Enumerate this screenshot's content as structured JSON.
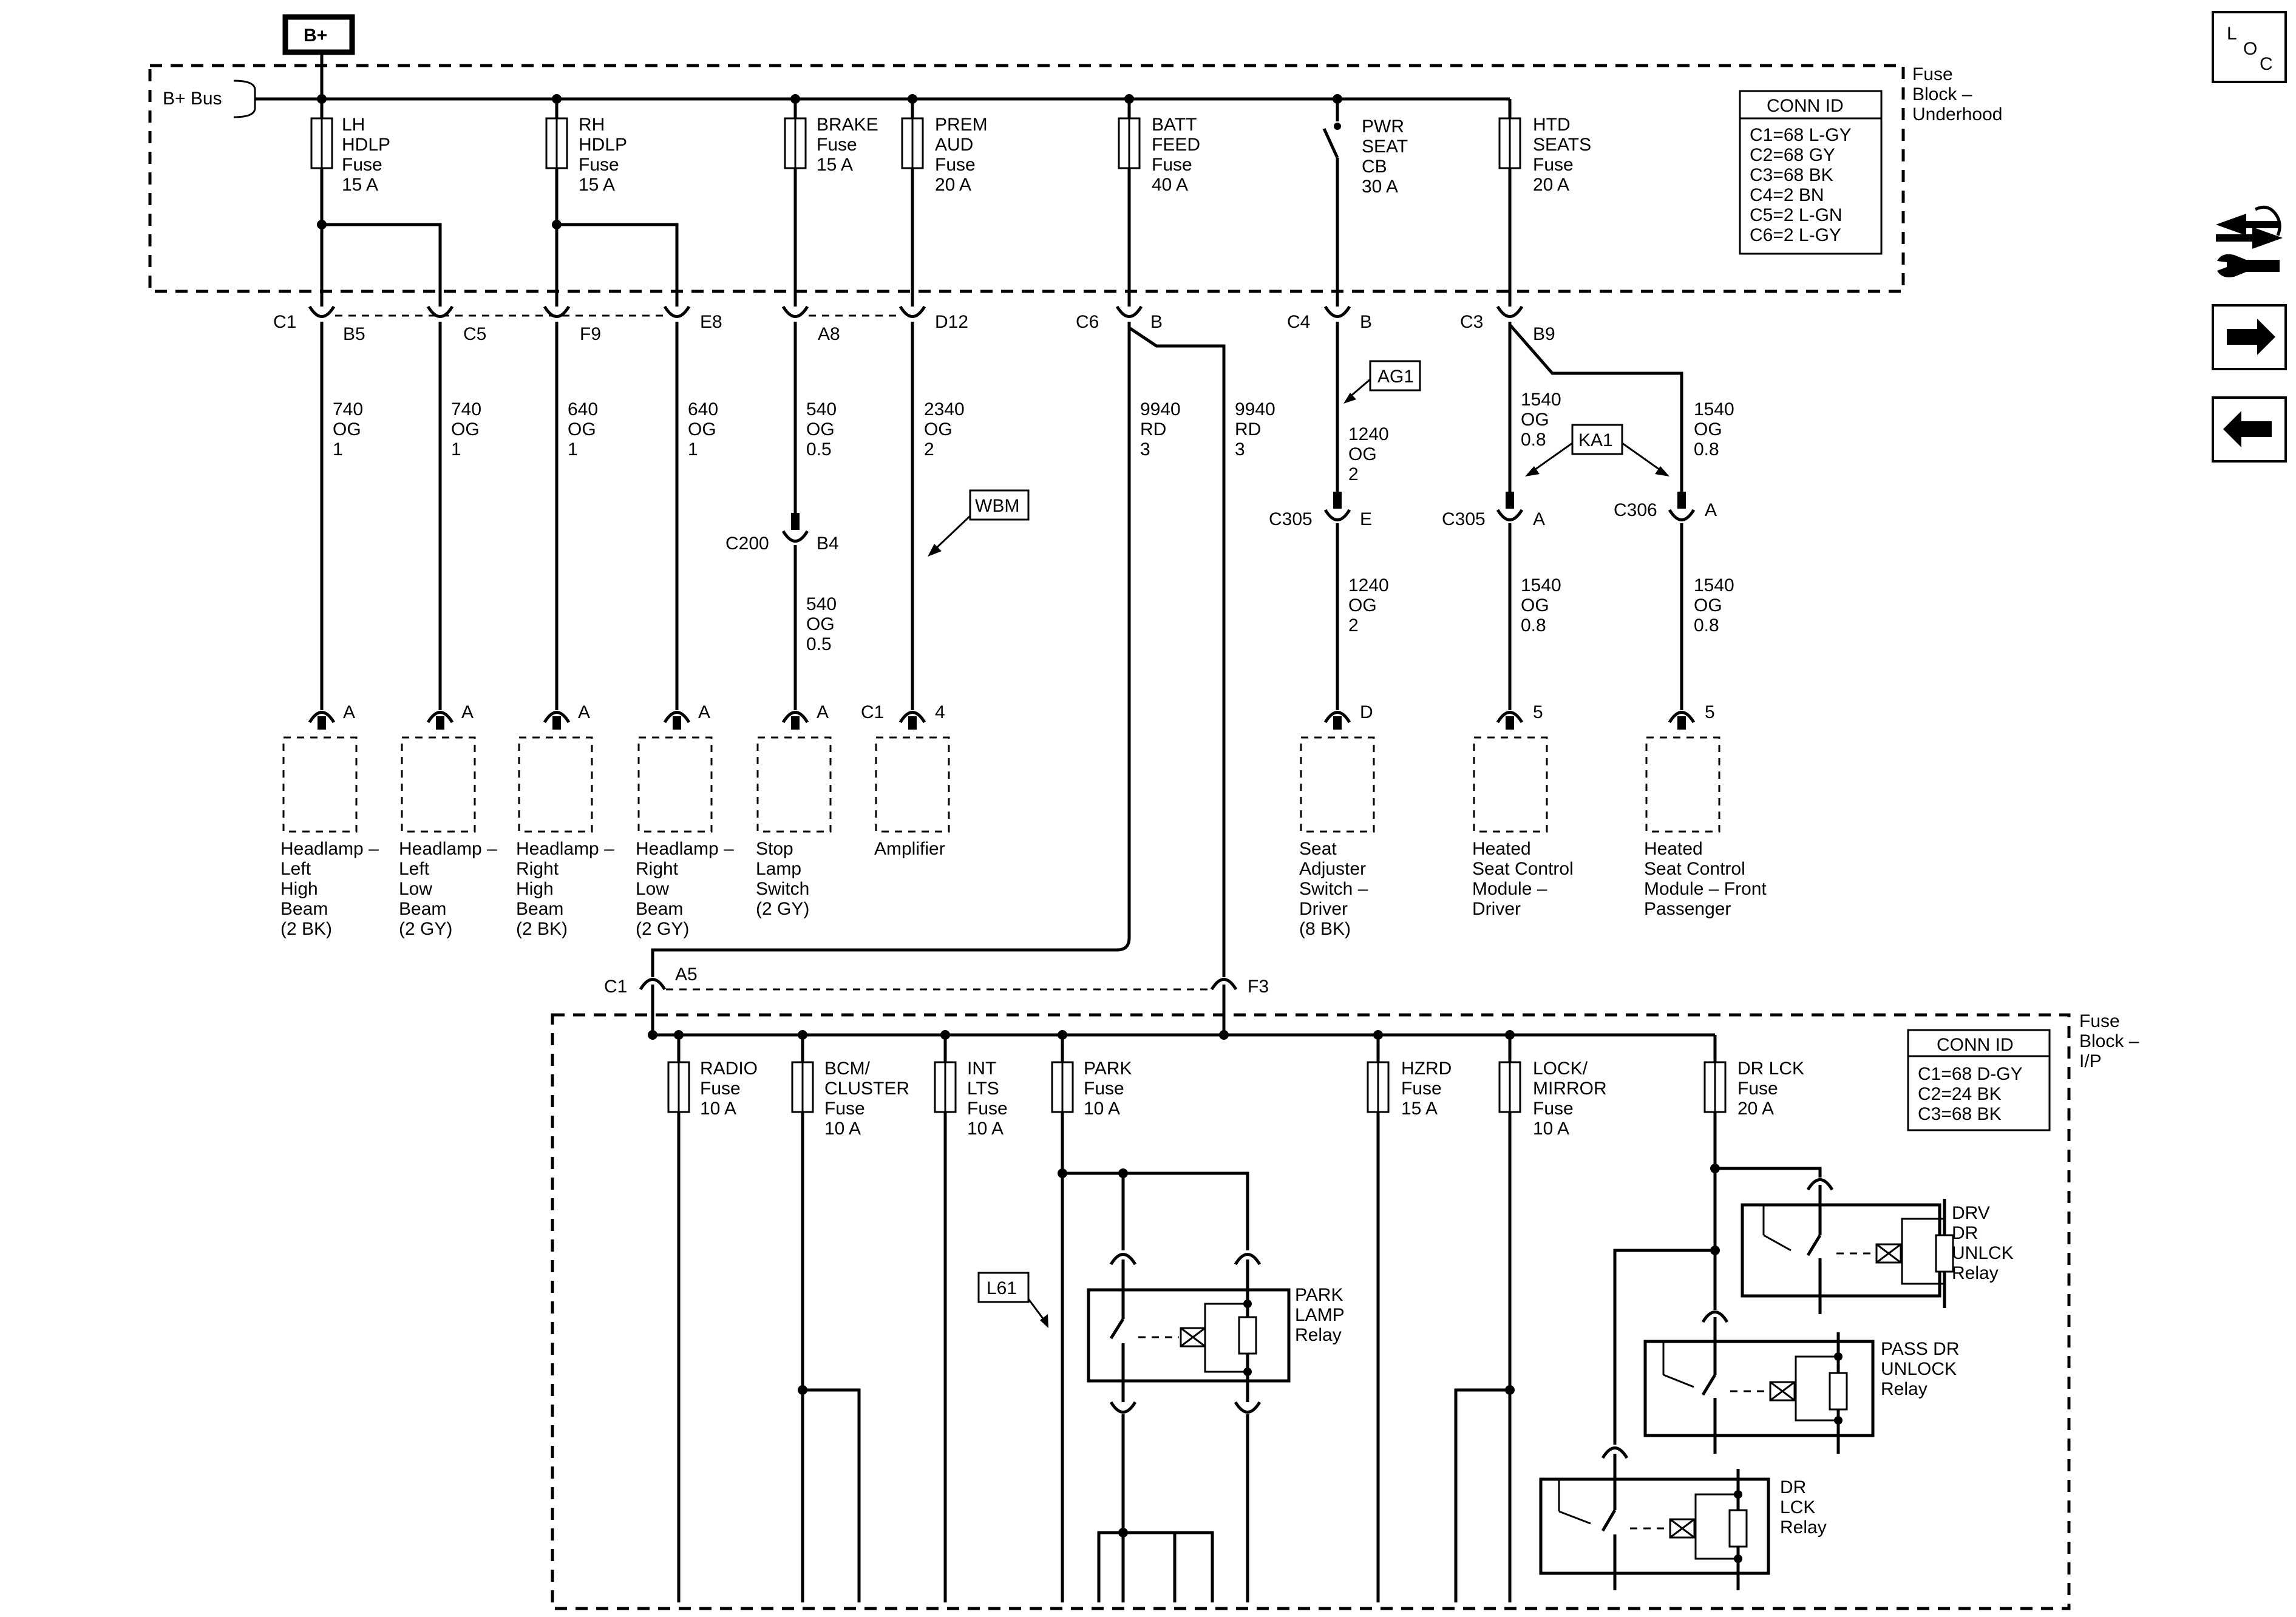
{
  "power": {
    "b_plus": "B+",
    "bus_label": "B+ Bus"
  },
  "underhood": {
    "block_label": [
      "Fuse",
      "Block –",
      "Underhood"
    ],
    "conn_id_title": "CONN ID",
    "conn_ids": [
      "C1=68 L-GY",
      "C2=68 GY",
      "C3=68 BK",
      "C4=2 BN",
      "C5=2 L-GN",
      "C6=2 L-GY"
    ],
    "fuses": [
      {
        "lines": [
          "LH",
          "HDLP",
          "Fuse",
          "15 A"
        ]
      },
      {
        "lines": [
          "RH",
          "HDLP",
          "Fuse",
          "15 A"
        ]
      },
      {
        "lines": [
          "BRAKE",
          "Fuse",
          "15 A"
        ]
      },
      {
        "lines": [
          "PREM",
          "AUD",
          "Fuse",
          "20 A"
        ]
      },
      {
        "lines": [
          "BATT",
          "FEED",
          "Fuse",
          "40 A"
        ]
      },
      {
        "lines": [
          "PWR",
          "SEAT",
          "CB",
          "30 A"
        ]
      },
      {
        "lines": [
          "HTD",
          "SEATS",
          "Fuse",
          "20 A"
        ]
      }
    ]
  },
  "connectors": {
    "c1": "C1",
    "b5": "B5",
    "c5": "C5",
    "f9": "F9",
    "e8": "E8",
    "a8": "A8",
    "d12": "D12",
    "c6": "C6",
    "b": "B",
    "c4": "C4",
    "b4pin": "B",
    "c3": "C3",
    "b9": "B9",
    "c200": "C200",
    "b4": "B4",
    "c305_seat": "C305",
    "e": "E",
    "c305_heat": "C305",
    "a_c305": "A",
    "c306": "C306",
    "a_c306": "A",
    "c1_ip": "C1",
    "a5": "A5",
    "f3": "F3"
  },
  "wires": [
    {
      "lines": [
        "740",
        "OG",
        "1"
      ]
    },
    {
      "lines": [
        "740",
        "OG",
        "1"
      ]
    },
    {
      "lines": [
        "640",
        "OG",
        "1"
      ]
    },
    {
      "lines": [
        "640",
        "OG",
        "1"
      ]
    },
    {
      "lines": [
        "540",
        "OG",
        "0.5"
      ]
    },
    {
      "lines": [
        "2340",
        "OG",
        "2"
      ]
    },
    {
      "lines": [
        "9940",
        "RD",
        "3"
      ]
    },
    {
      "lines": [
        "9940",
        "RD",
        "3"
      ]
    },
    {
      "lines": [
        "1240",
        "OG",
        "2"
      ]
    },
    {
      "lines": [
        "1540",
        "OG",
        "0.8"
      ]
    },
    {
      "lines": [
        "1540",
        "OG",
        "0.8"
      ]
    },
    {
      "lines": [
        "540",
        "OG",
        "0.5"
      ]
    },
    {
      "lines": [
        "1240",
        "OG",
        "2"
      ]
    },
    {
      "lines": [
        "1540",
        "OG",
        "0.8"
      ]
    },
    {
      "lines": [
        "1540",
        "OG",
        "0.8"
      ]
    }
  ],
  "options": {
    "ag1": "AG1",
    "wbm": "WBM",
    "ka1": "KA1",
    "l61": "L61"
  },
  "components": [
    {
      "pin": "A",
      "lines": [
        "Headlamp –",
        "Left",
        "High",
        "Beam",
        "(2 BK)"
      ]
    },
    {
      "pin": "A",
      "lines": [
        "Headlamp –",
        "Left",
        "Low",
        "Beam",
        "(2 GY)"
      ]
    },
    {
      "pin": "A",
      "lines": [
        "Headlamp –",
        "Right",
        "High",
        "Beam",
        "(2 BK)"
      ]
    },
    {
      "pin": "A",
      "lines": [
        "Headlamp –",
        "Right",
        "Low",
        "Beam",
        "(2 GY)"
      ]
    },
    {
      "pin": "A",
      "lines": [
        "Stop",
        "Lamp",
        "Switch",
        "(2 GY)"
      ]
    },
    {
      "conn": "C1",
      "pin": "4",
      "lines": [
        "Amplifier"
      ]
    },
    {
      "pin": "D",
      "lines": [
        "Seat",
        "Adjuster",
        "Switch –",
        "Driver",
        "(8 BK)"
      ]
    },
    {
      "pin": "5",
      "lines": [
        "Heated",
        "Seat Control",
        "Module –",
        "Driver"
      ]
    },
    {
      "pin": "5",
      "lines": [
        "Heated",
        "Seat Control",
        "Module – Front",
        "Passenger"
      ]
    }
  ],
  "ip_block": {
    "block_label": [
      "Fuse",
      "Block –",
      "I/P"
    ],
    "conn_id_title": "CONN ID",
    "conn_ids": [
      "C1=68 D-GY",
      "C2=24 BK",
      "C3=68 BK"
    ],
    "fuses": [
      {
        "lines": [
          "RADIO",
          "Fuse",
          "10 A"
        ]
      },
      {
        "lines": [
          "BCM/",
          "CLUSTER",
          "Fuse",
          "10 A"
        ]
      },
      {
        "lines": [
          "INT",
          "LTS",
          "Fuse",
          "10 A"
        ]
      },
      {
        "lines": [
          "PARK",
          "Fuse",
          "10 A"
        ]
      },
      {
        "lines": [
          "HZRD",
          "Fuse",
          "15 A"
        ]
      },
      {
        "lines": [
          "LOCK/",
          "MIRROR",
          "Fuse",
          "10 A"
        ]
      },
      {
        "lines": [
          "DR LCK",
          "Fuse",
          "20 A"
        ]
      }
    ],
    "relays": [
      {
        "lines": [
          "PARK",
          "LAMP",
          "Relay"
        ]
      },
      {
        "lines": [
          "DRV",
          "DR",
          "UNLCK",
          "Relay"
        ]
      },
      {
        "lines": [
          "PASS DR",
          "UNLOCK",
          "Relay"
        ]
      },
      {
        "lines": [
          "DR",
          "LCK",
          "Relay"
        ]
      }
    ]
  },
  "nav": {
    "loc_l": "L",
    "loc_o": "O",
    "loc_c": "C"
  }
}
